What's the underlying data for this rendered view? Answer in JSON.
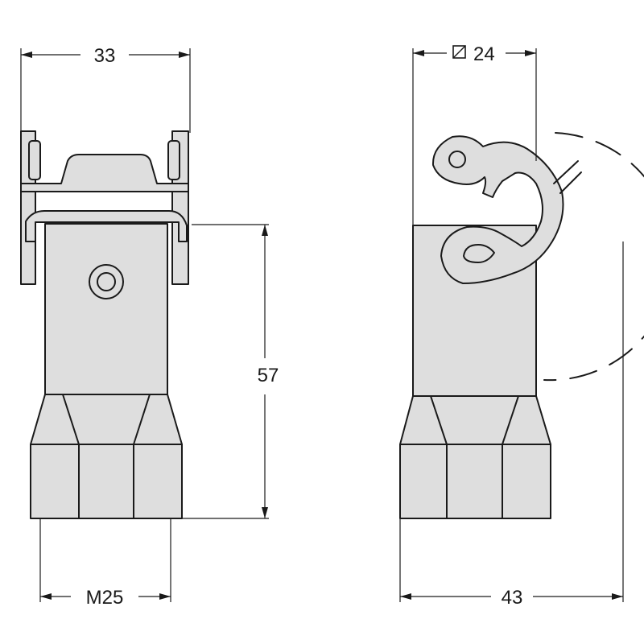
{
  "dimensions": {
    "front_width": "33",
    "side_width": "24",
    "side_width_symbol": "square",
    "height": "57",
    "thread": "M25",
    "overall_depth": "43"
  },
  "colors": {
    "line": "#1a1a1a",
    "fill": "#dedede",
    "background": "#ffffff"
  }
}
